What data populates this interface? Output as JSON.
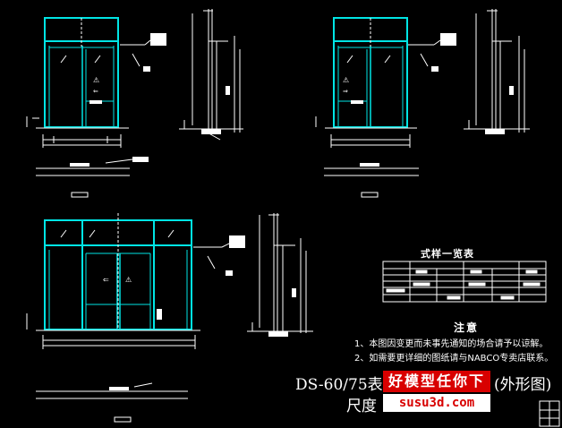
{
  "drawing": {
    "title": "DS-60/75表面",
    "title_tail": "(外形图)",
    "subtitle": "尺度",
    "table_title": "式样一览表",
    "notes_title": "注意",
    "notes": [
      "1、本图因变更而未事先通知的场合请予以谅解。",
      "2、如需要更详细的图纸请与NABCO专卖店联系。"
    ]
  },
  "watermark": {
    "line1": "好模型任你下",
    "line2": "susu3d.com"
  },
  "colors": {
    "background": "#000000",
    "door_frame": "#00e5e5",
    "linework": "#ffffff",
    "watermark_red": "#d80000"
  }
}
